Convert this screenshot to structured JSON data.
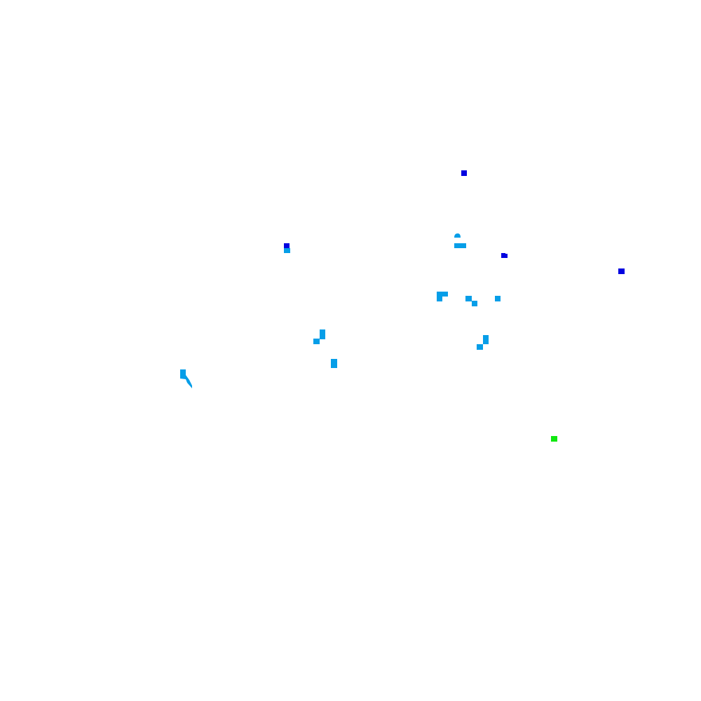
{
  "map": {
    "background_color": "#ffffff",
    "feature_types": {
      "light_blue_patch": "#069ee8",
      "dark_blue_marker": "#0202e0",
      "green_marker": "#10e810"
    },
    "features": [
      {
        "id": "dark-blue-marker-1",
        "type": "dark_blue_marker"
      },
      {
        "id": "dark-blue-marker-2",
        "type": "dark_blue_marker"
      },
      {
        "id": "dark-blue-marker-3",
        "type": "dark_blue_marker"
      },
      {
        "id": "dark-blue-marker-4",
        "type": "dark_blue_marker"
      },
      {
        "id": "green-marker-1",
        "type": "green_marker"
      },
      {
        "id": "light-blue-patch-1",
        "type": "light_blue_patch"
      },
      {
        "id": "light-blue-patch-2",
        "type": "light_blue_patch"
      },
      {
        "id": "light-blue-patch-3",
        "type": "light_blue_patch"
      },
      {
        "id": "light-blue-patch-4",
        "type": "light_blue_patch"
      },
      {
        "id": "light-blue-patch-5",
        "type": "light_blue_patch"
      },
      {
        "id": "light-blue-patch-6",
        "type": "light_blue_patch"
      },
      {
        "id": "light-blue-patch-7",
        "type": "light_blue_patch"
      },
      {
        "id": "light-blue-patch-8",
        "type": "light_blue_patch"
      },
      {
        "id": "light-blue-patch-9",
        "type": "light_blue_patch"
      },
      {
        "id": "light-blue-patch-10",
        "type": "light_blue_patch"
      },
      {
        "id": "light-blue-patch-11",
        "type": "light_blue_patch"
      },
      {
        "id": "light-blue-patch-12",
        "type": "light_blue_patch"
      }
    ]
  }
}
